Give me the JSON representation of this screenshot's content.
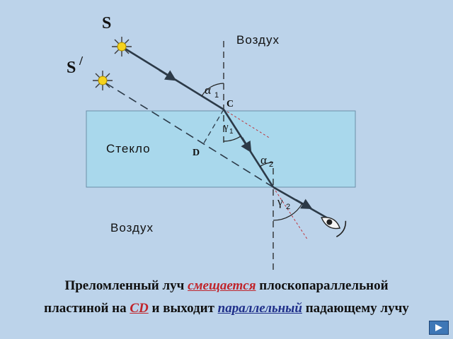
{
  "labels": {
    "s": "S",
    "s_prime": "S",
    "prime_mark": "/",
    "air_top": "Воздух",
    "glass": "Стекло",
    "air_bottom": "Воздух",
    "point_c": "C",
    "point_d": "D",
    "alpha": "α",
    "alpha1_sub": "1",
    "gamma_top": "γ",
    "gamma1_sub": "1",
    "alpha2_sub": "2",
    "gamma_bottom": "γ",
    "gamma2_sub": "2"
  },
  "caption": {
    "line1_pre": "Преломленный луч ",
    "line1_hl": "смещается",
    "line1_post": " плоскопараллельной",
    "line2_pre": "пластиной на ",
    "line2_hl": "CD",
    "line2_mid": " и выходит ",
    "line2_hl2": "параллельный",
    "line2_post": " падающему лучу"
  },
  "colors": {
    "background": "#bcd3ea",
    "glass": "#a9d8ec",
    "ray": "#3a4a58",
    "accent_red": "#c0242b",
    "accent_blue": "#1f2f8a"
  }
}
